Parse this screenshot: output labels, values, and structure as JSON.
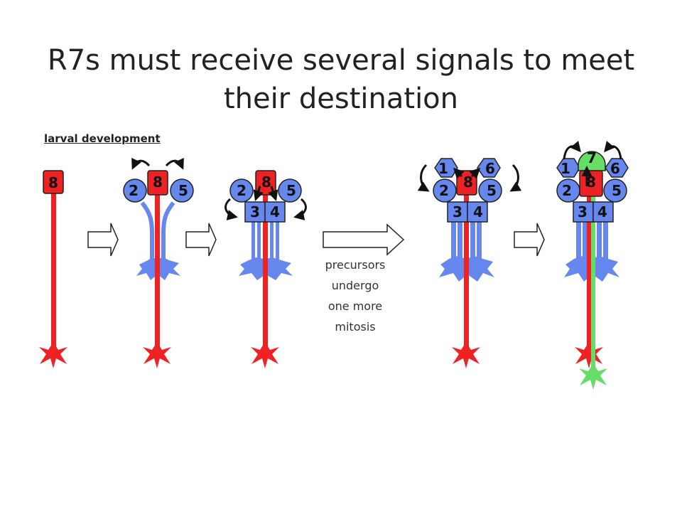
{
  "title": "R7s must receive several signals to meet their destination",
  "subtitle": "larval development",
  "caption": [
    "precursors",
    "undergo",
    "one more",
    "mitosis"
  ],
  "cell_labels": {
    "r1": "1",
    "r2": "2",
    "r3": "3",
    "r4": "4",
    "r5": "5",
    "r6": "6",
    "r7": "7",
    "r8": "8"
  },
  "colors": {
    "r8": "#ee2222",
    "outer": "#6688ee",
    "r7": "#66dd66",
    "outline": "#222222"
  }
}
